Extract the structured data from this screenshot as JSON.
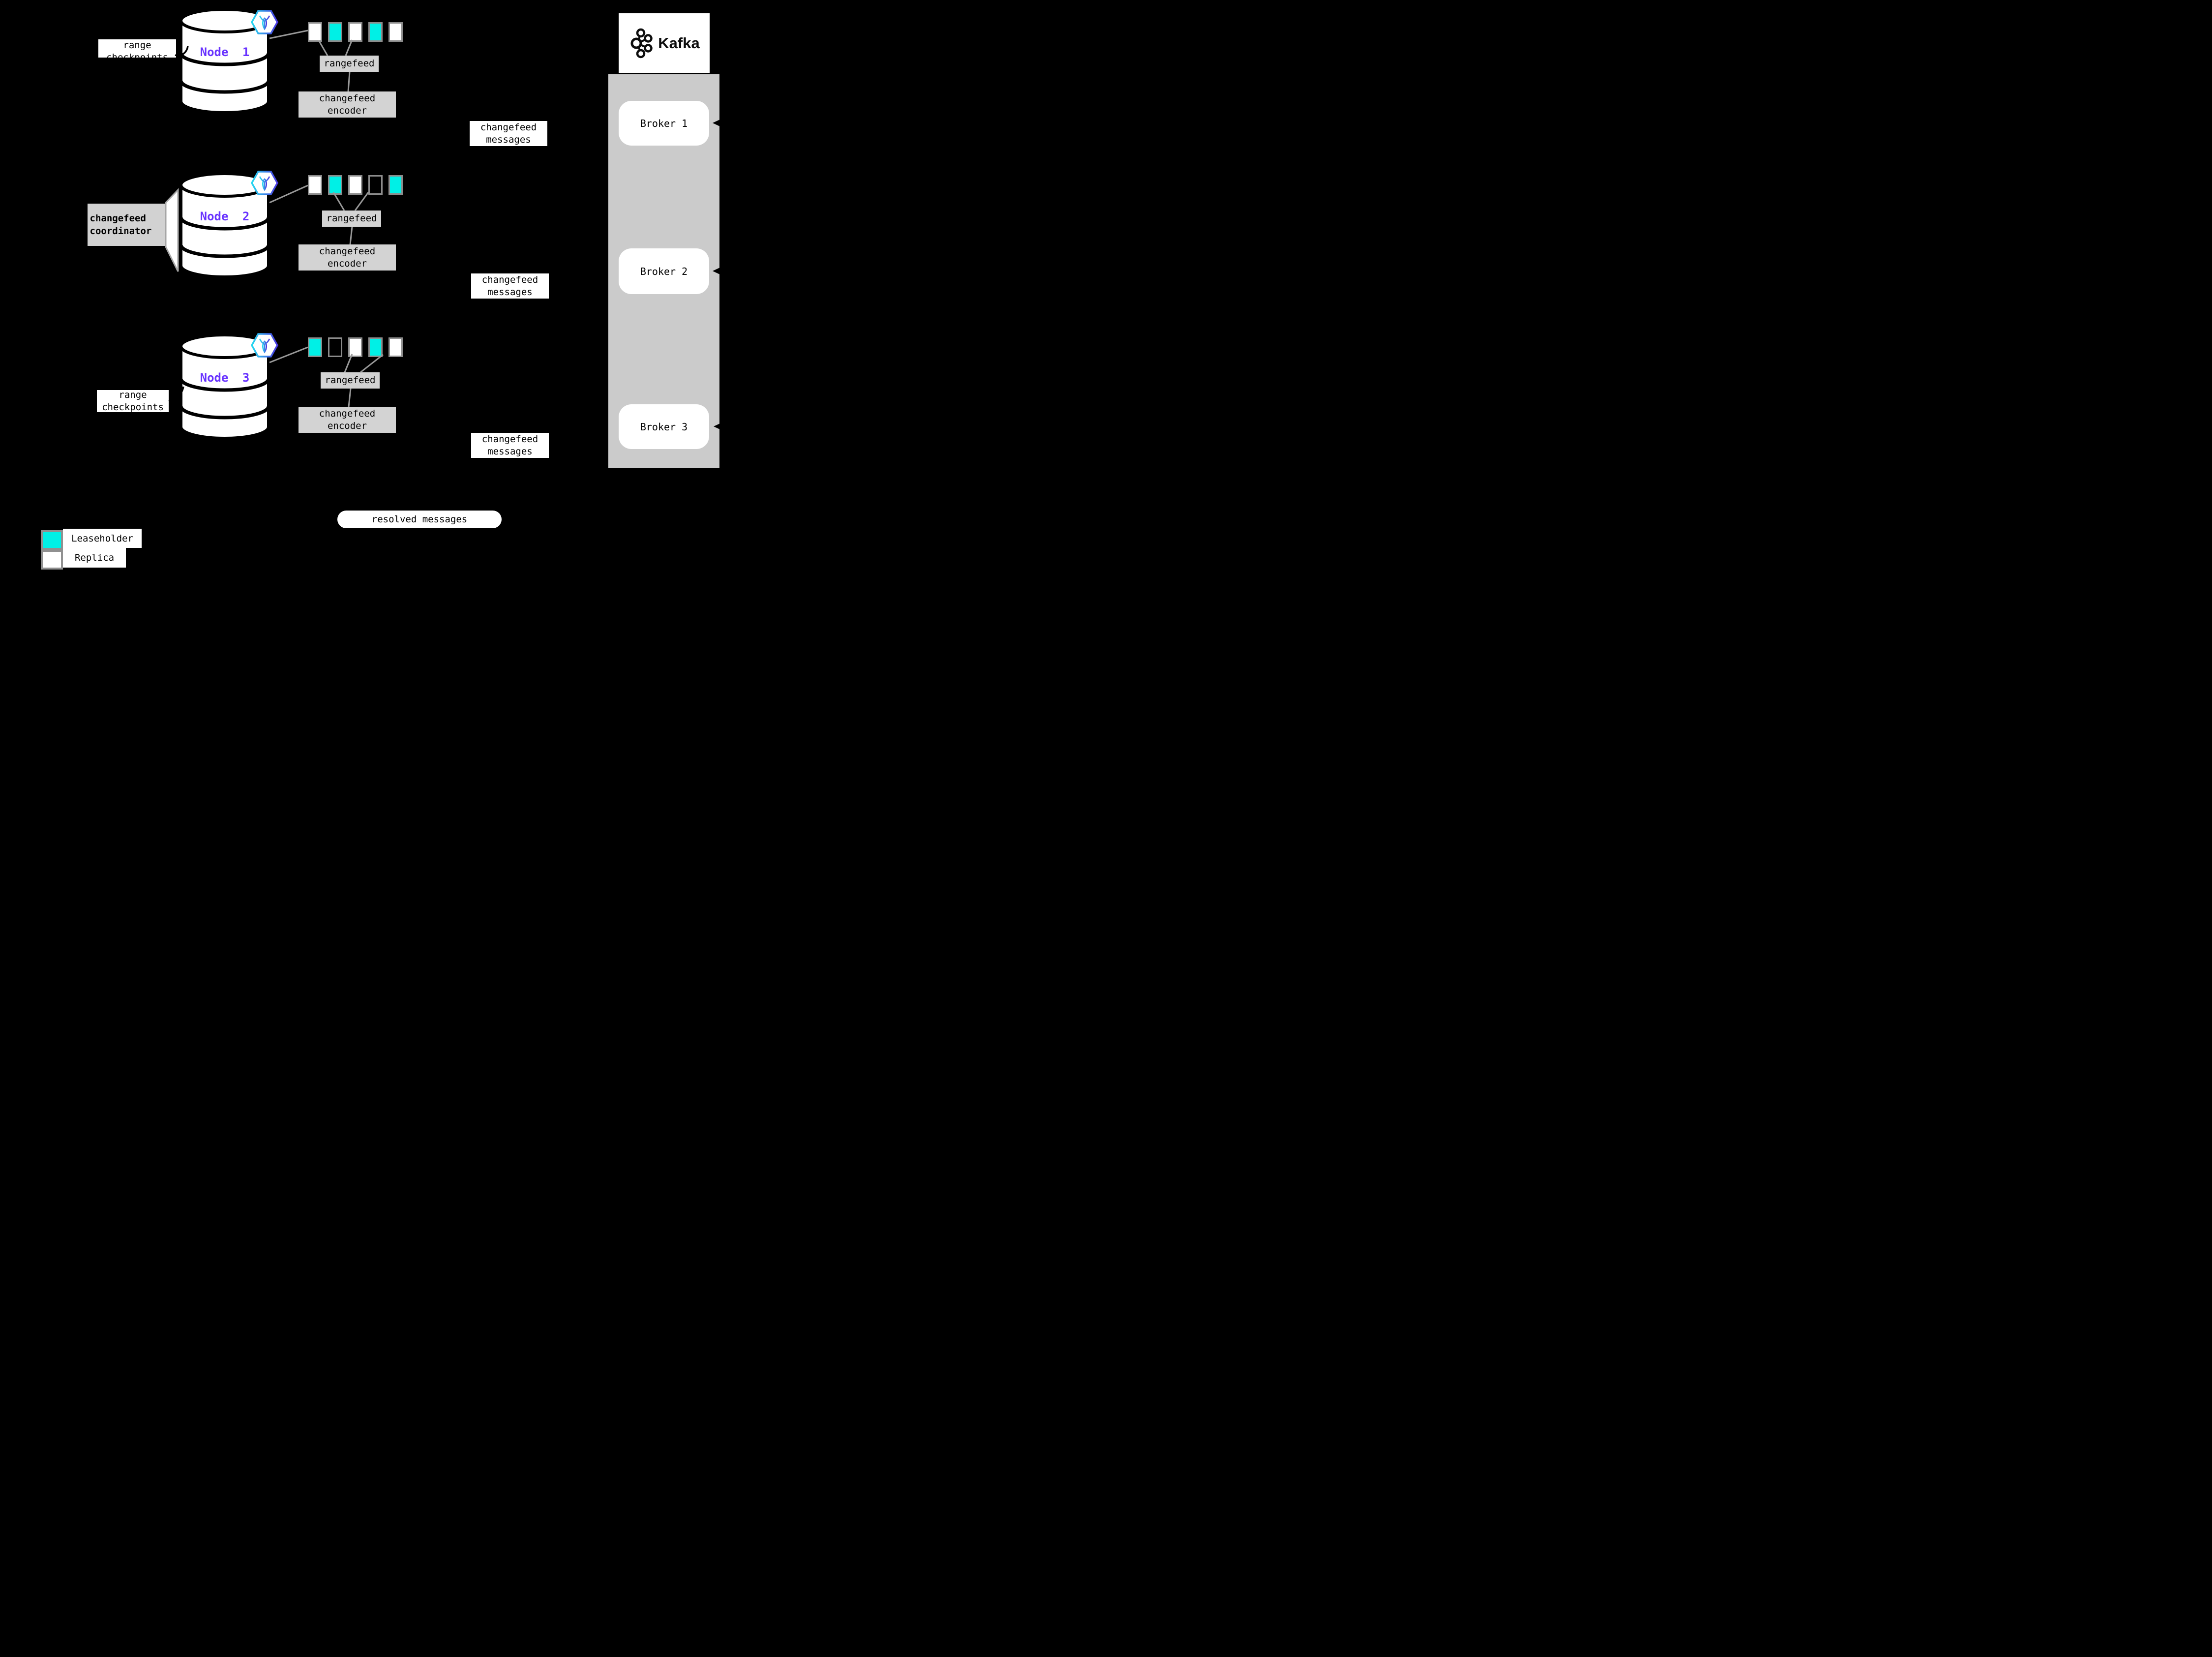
{
  "colors": {
    "background": "#000000",
    "leaseholder_cyan": "#00f0e6",
    "replica_white": "#ffffff",
    "node_label_purple": "#6933ff",
    "process_box_gray": "#d3d3d3",
    "kafka_cluster_gray": "#cbcbcb",
    "square_border_gray": "#8c8c8c",
    "connector_gray": "#999999"
  },
  "nodes": [
    {
      "label": "Node 1",
      "squares": [
        "white",
        "cyan",
        "white",
        "cyan",
        "white"
      ]
    },
    {
      "label": "Node 2",
      "squares": [
        "white",
        "cyan",
        "white",
        "black",
        "cyan"
      ]
    },
    {
      "label": "Node 3",
      "squares": [
        "cyan",
        "black",
        "white",
        "cyan",
        "white"
      ]
    }
  ],
  "labels": {
    "checkpoints": "range checkpoints",
    "coordinator": "changefeed coordinator",
    "rangefeed": "rangefeed",
    "encoder": "changefeed encoder",
    "changefeed_messages": "changefeed messages",
    "resolved_messages": "resolved messages"
  },
  "kafka": {
    "title": "Kafka",
    "brokers": [
      "Broker 1",
      "Broker 2",
      "Broker 3"
    ]
  },
  "legend": {
    "items": [
      {
        "color": "cyan",
        "label": "Leaseholder"
      },
      {
        "color": "white",
        "label": "Replica"
      }
    ]
  }
}
